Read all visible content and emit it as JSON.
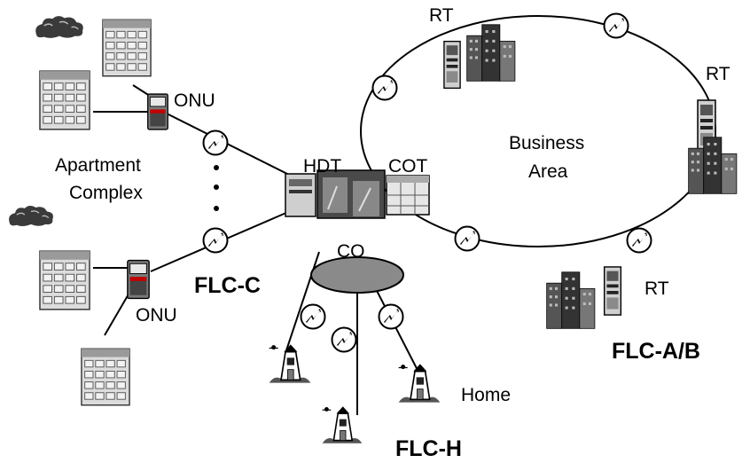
{
  "labels": {
    "rt_top": "RT",
    "rt_right": "RT",
    "rt_bottom": "RT",
    "onu_top": "ONU",
    "onu_bottom": "ONU",
    "hdt": "HDT",
    "cot": "COT",
    "co": "CO",
    "business_area_line1": "Business",
    "business_area_line2": "Area",
    "apartment_line1": "Apartment",
    "apartment_line2": "Complex",
    "home": "Home",
    "flc_c": "FLC-C",
    "flc_ab": "FLC-A/B",
    "flc_h": "FLC-H"
  },
  "icons": {
    "fiber_node": "fiber-node-icon",
    "building": "apartment-building-icon",
    "cloud": "tree-cluster-icon",
    "onu_box": "onu-device-icon",
    "rt_cabinet": "rt-cabinet-icon",
    "office_tower": "office-tower-icon",
    "house": "house-icon"
  },
  "colors": {
    "line": "#000000",
    "co_fill": "#8a8a8a",
    "node_fill": "#ffffff"
  }
}
